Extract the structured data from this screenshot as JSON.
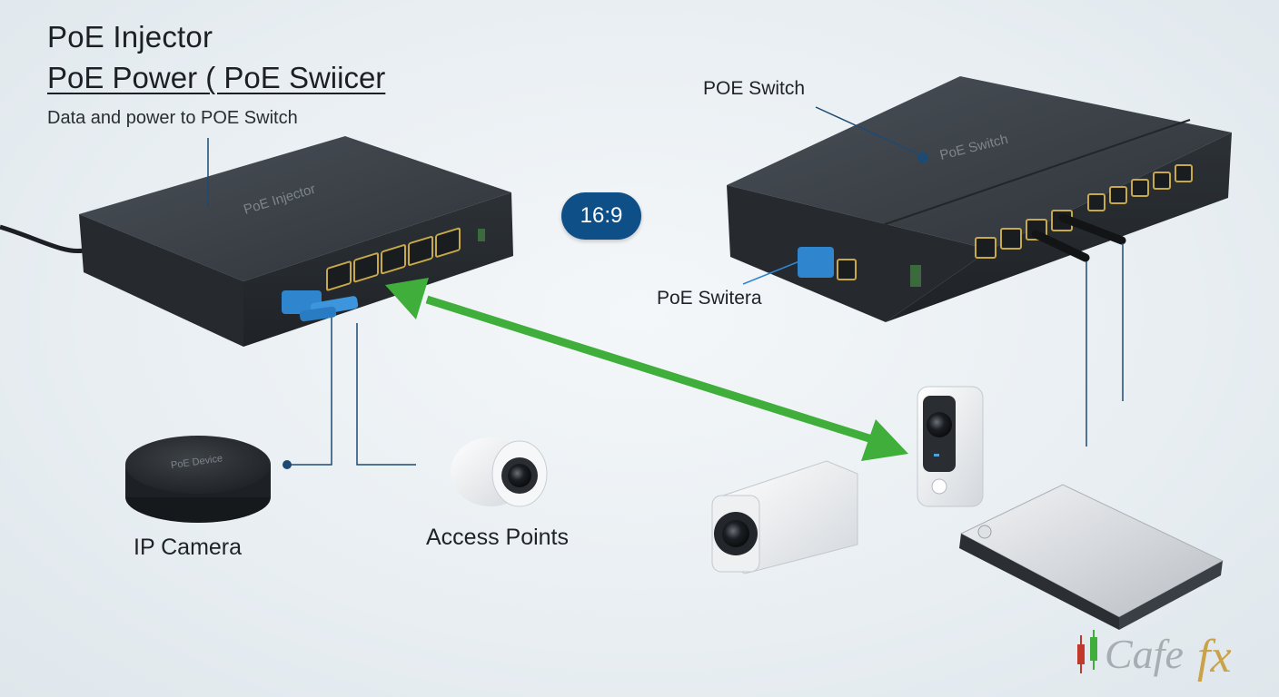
{
  "header": {
    "title": "PoE  Injector",
    "subtitle": "PoE Power ( PoE Swiicer",
    "caption": "Data and power to POE Switch"
  },
  "labels": {
    "poe_switch_top": "POE Switch",
    "poe_switch_side": "PoE Switera",
    "ip_camera": "IP Camera",
    "access_points": "Access Points"
  },
  "badge": {
    "aspect_ratio": "16:9"
  },
  "device_prints": {
    "injector_face": "PoE Injector",
    "switch_face": "PoE Switch",
    "puck_face": "PoE Device"
  },
  "watermark": {
    "brand": "Cafefx"
  },
  "colors": {
    "arrow": "#3fae3a",
    "badge": "#0f4f88",
    "device_dark": "#33383e",
    "accent_blue": "#2f86cf",
    "leader_line": "#1d4a72"
  }
}
